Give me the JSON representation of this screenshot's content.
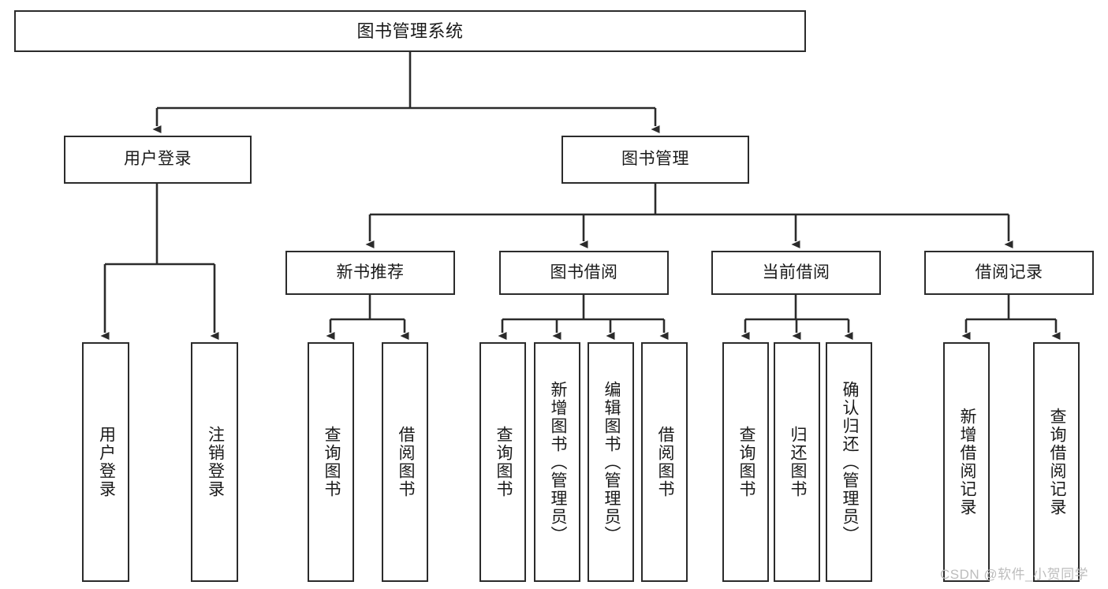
{
  "diagram": {
    "title": "图书管理系统",
    "type": "tree",
    "watermark": "CSDN @软件_小贺同学",
    "colors": {
      "border": "#2b2b2b",
      "node_fill": "#ffffff",
      "text": "#1a1a1a",
      "edge": "#333333",
      "watermark": "#bdbdbd",
      "background": "#ffffff"
    },
    "nodes": {
      "root": {
        "label": "图书管理系统"
      },
      "level2": [
        {
          "label": "用户登录"
        },
        {
          "label": "图书管理"
        }
      ],
      "level3": [
        {
          "label": "新书推荐"
        },
        {
          "label": "图书借阅"
        },
        {
          "label": "当前借阅"
        },
        {
          "label": "借阅记录"
        }
      ],
      "leaves": {
        "user_login": [
          {
            "label": "用户登录"
          },
          {
            "label": "注销登录"
          }
        ],
        "new_book": [
          {
            "label": "查询图书"
          },
          {
            "label": "借阅图书"
          }
        ],
        "book_borrow": [
          {
            "label": "查询图书"
          },
          {
            "label": "新增图书（管理员）"
          },
          {
            "label": "编辑图书（管理员）"
          },
          {
            "label": "借阅图书"
          }
        ],
        "current_borrow": [
          {
            "label": "查询图书"
          },
          {
            "label": "归还图书"
          },
          {
            "label": "确认归还（管理员）"
          }
        ],
        "borrow_record": [
          {
            "label": "新增借阅记录"
          },
          {
            "label": "查询借阅记录"
          }
        ]
      }
    }
  }
}
